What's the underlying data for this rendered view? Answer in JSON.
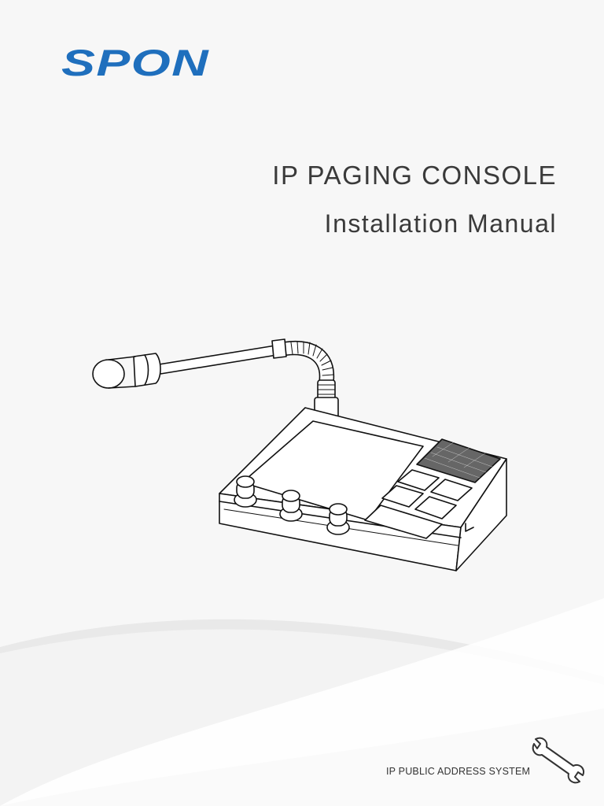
{
  "brand": {
    "logo_text": "SPON",
    "color": "#1f6fbd"
  },
  "cover": {
    "title": "IP PAGING CONSOLE",
    "subtitle": "Installation Manual"
  },
  "footer": {
    "system_label": "IP PUBLIC ADDRESS SYSTEM"
  },
  "illustration": {
    "subject": "paging-console-with-gooseneck-microphone",
    "knob_count": 3,
    "key_count": 5
  },
  "icons": {
    "footer_icon": "wrench-icon"
  },
  "colors": {
    "background": "#f7f7f7",
    "wave": "#ffffff",
    "text": "#3a3a3a",
    "line_art": "#111111"
  }
}
